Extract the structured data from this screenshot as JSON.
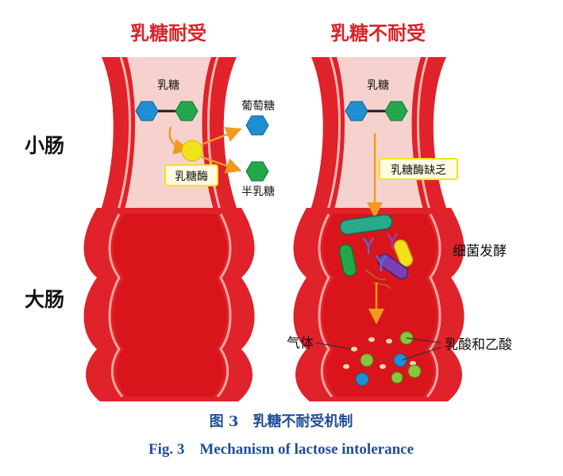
{
  "titles": {
    "tolerance": "乳糖耐受",
    "intolerance": "乳糖不耐受"
  },
  "row_labels": {
    "small_intestine": "小肠",
    "large_intestine": "大肠"
  },
  "left_panel": {
    "lactose": "乳糖",
    "glucose": "葡萄糖",
    "galactose": "半乳糖",
    "lactase": "乳糖酶"
  },
  "right_panel": {
    "lactose": "乳糖",
    "lactase_deficiency": "乳糖酶缺乏",
    "bacterial_fermentation": "细菌发酵",
    "gas": "气体",
    "acids": "乳酸和乙酸"
  },
  "caption": {
    "cn": "图 3　乳糖不耐受机制",
    "en": "Fig. 3　Mechanism of lactose intolerance"
  },
  "colors": {
    "wall": "#e0222a",
    "wall_dark": "#b5161c",
    "lumen_small": "#f6d2ce",
    "lumen_large": "#d9141b",
    "glucose_blue": "#1f8fd4",
    "galactose_green": "#22a84a",
    "enzyme_yellow": "#f2e21c",
    "arrow_orange": "#f39a1e",
    "caption_blue": "#1f4e9a",
    "title_red": "#d8232a"
  }
}
